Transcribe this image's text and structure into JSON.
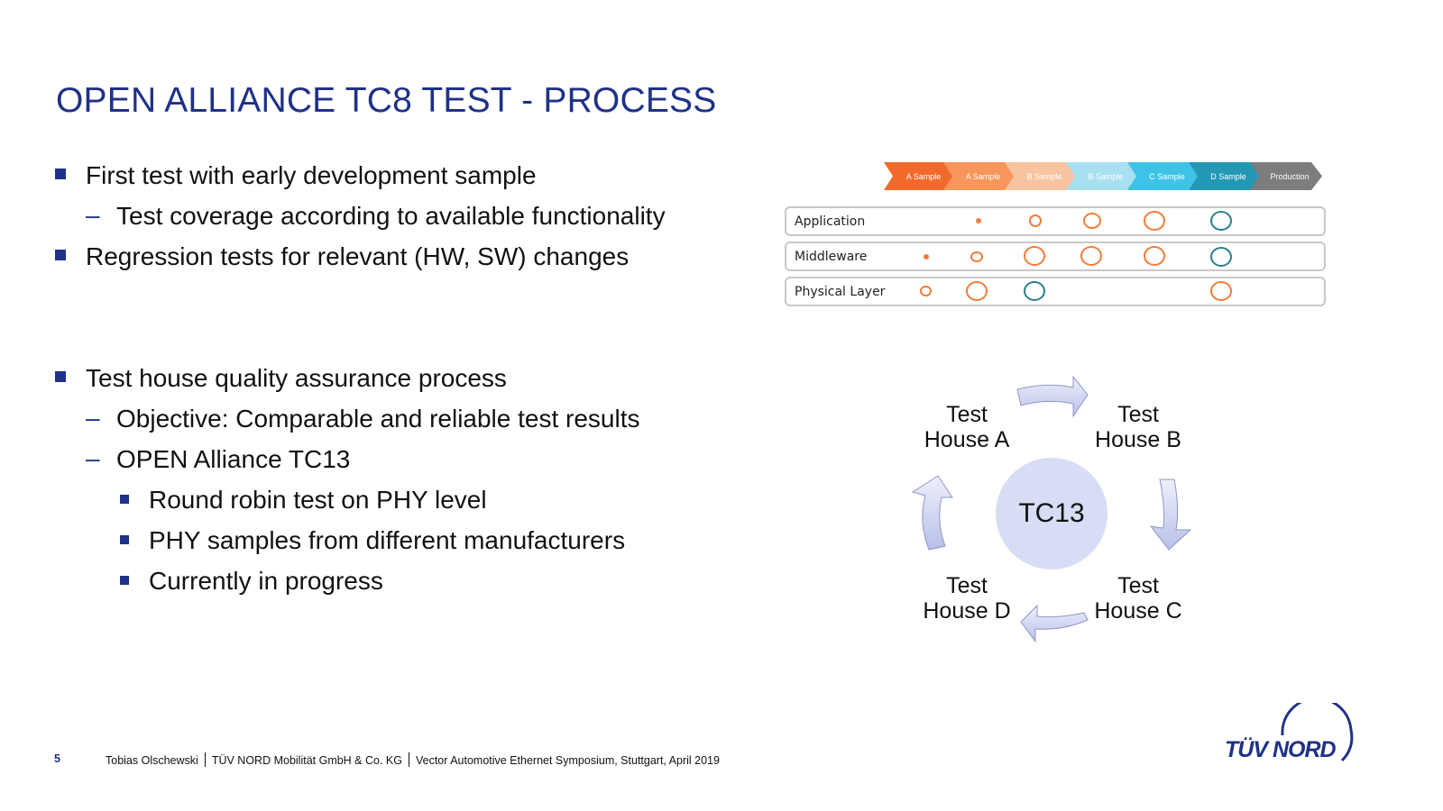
{
  "title": "OPEN ALLIANCE TC8 TEST - PROCESS",
  "bullets": [
    {
      "level": 1,
      "text": "First test with early development sample"
    },
    {
      "level": 2,
      "text": "Test coverage according to available functionality"
    },
    {
      "level": 1,
      "text": "Regression tests for relevant (HW, SW) changes"
    },
    {
      "level": 1,
      "text": "Test house quality assurance process"
    },
    {
      "level": 2,
      "text": "Objective: Comparable and reliable test results"
    },
    {
      "level": 2,
      "text": "OPEN Alliance TC13"
    },
    {
      "level": 3,
      "text": "Round robin test on PHY level"
    },
    {
      "level": 3,
      "text": "PHY samples from different manufacturers"
    },
    {
      "level": 3,
      "text": "Currently in progress"
    }
  ],
  "sample_diagram": {
    "stages": [
      {
        "label": "A Sample",
        "color": "#f26a2b"
      },
      {
        "label": "A Sample",
        "color": "#f7955a"
      },
      {
        "label": "B Sample",
        "color": "#f8c3a0"
      },
      {
        "label": "B Sample",
        "color": "#a8e0f2"
      },
      {
        "label": "C Sample",
        "color": "#3ec3e6"
      },
      {
        "label": "D Sample",
        "color": "#2497b4"
      },
      {
        "label": "Production",
        "color": "#7d7d7d"
      }
    ],
    "layers": [
      "Application",
      "Middleware",
      "Physical Layer"
    ],
    "colors": {
      "orange": "#f47b3a",
      "teal": "#2a7f8c",
      "border": "#c8c8c8"
    }
  },
  "round_robin": {
    "center": "TC13",
    "houses": [
      {
        "line1": "Test",
        "line2": "House A"
      },
      {
        "line1": "Test",
        "line2": "House B"
      },
      {
        "line1": "Test",
        "line2": "House C"
      },
      {
        "line1": "Test",
        "line2": "House D"
      }
    ]
  },
  "footer": {
    "page": "5",
    "author": "Tobias Olschewski",
    "company": "TÜV NORD Mobilität GmbH & Co. KG",
    "event": "Vector Automotive Ethernet Symposium, Stuttgart, April 2019"
  },
  "logo": {
    "text": "TÜV NORD",
    "color": "#1f3188"
  }
}
